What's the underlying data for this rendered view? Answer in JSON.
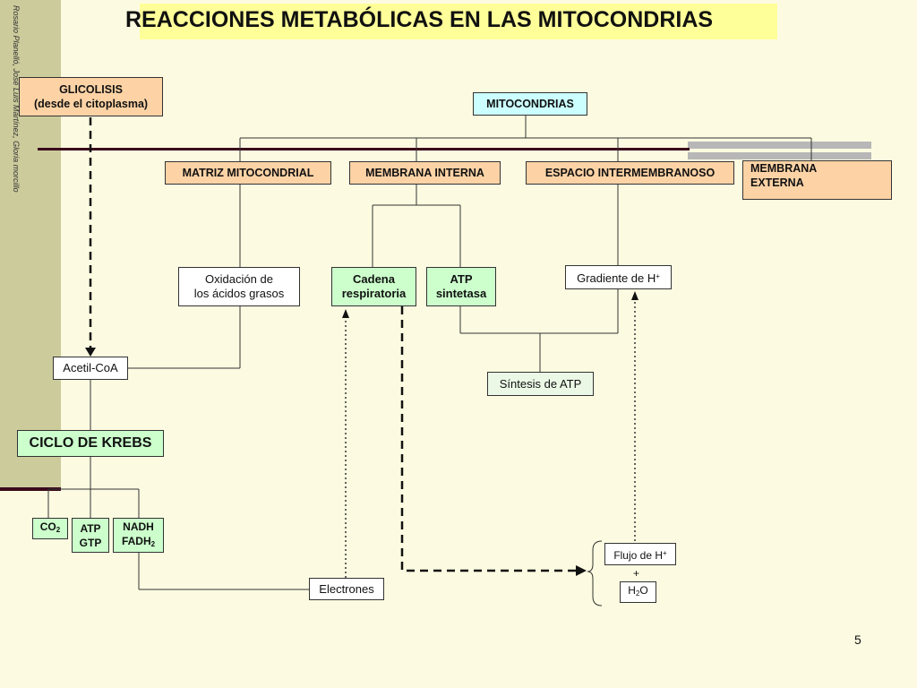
{
  "header": {
    "title": "REACCIONES METABÓLICAS EN LAS MITOCONDRIAS",
    "credit": "Rosario Planelló, José Luis Martínez, Gloria morcillo"
  },
  "nodes": {
    "glicolisis": {
      "line1": "GLICOLISIS",
      "line2": "(desde el citoplasma)"
    },
    "mitocondrias": "MITOCONDRIAS",
    "matriz": "MATRIZ MITOCONDRIAL",
    "membrana_interna": "MEMBRANA INTERNA",
    "espacio": "ESPACIO INTERMEMBRANOSO",
    "membrana_externa": {
      "line1": "MEMBRANA",
      "line2": "EXTERNA"
    },
    "oxidacion": {
      "line1": "Oxidación de",
      "line2": "los ácidos grasos"
    },
    "cadena": {
      "line1": "Cadena",
      "line2": "respiratoria"
    },
    "atp_sintetasa": {
      "line1": "ATP",
      "line2": "sintetasa"
    },
    "gradiente": {
      "text": "Gradiente de H",
      "sup": "+"
    },
    "acetil": "Acetil-CoA",
    "sintesis": "Síntesis de ATP",
    "krebs": "CICLO DE KREBS",
    "co2": {
      "text": "CO",
      "sub": "2"
    },
    "atp_gtp": {
      "line1": "ATP",
      "line2": "GTP"
    },
    "nadh": {
      "line1": "NADH",
      "line2": "FADH",
      "sub": "2"
    },
    "electrones": "Electrones",
    "flujo": {
      "text": "Flujo de H",
      "sup": "+"
    },
    "plus": "+",
    "h2o": {
      "pre": "H",
      "sub": "2",
      "post": "O"
    }
  },
  "footer": {
    "page_number": "5"
  },
  "colors": {
    "background": "#fcfbe1",
    "side_strip": "#cccb9c",
    "title_highlight": "#ffff99",
    "orange_box": "#fdd3a6",
    "cyan_box": "#ccffff",
    "green_box": "#ccffcc",
    "dark_line": "#3a0a1c"
  }
}
